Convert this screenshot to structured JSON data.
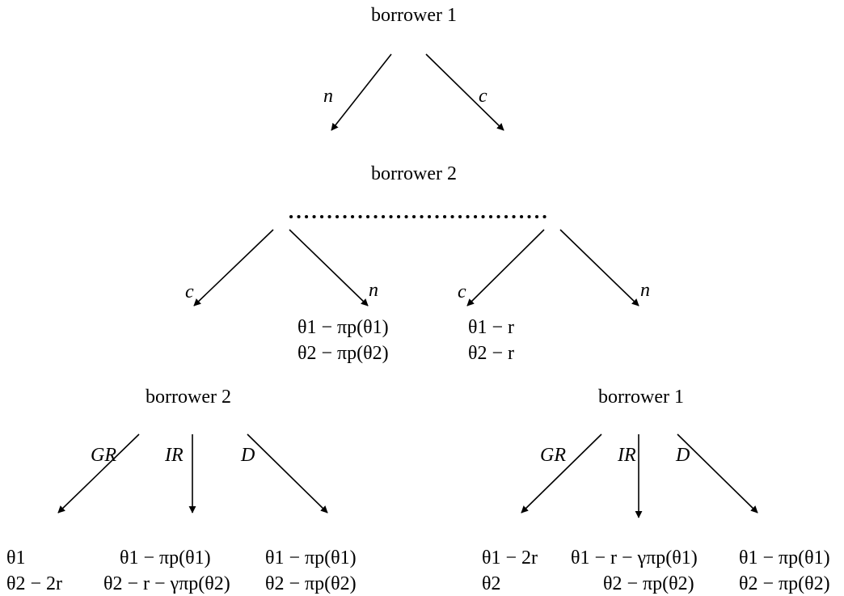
{
  "nodes": {
    "root": "borrower 1",
    "second": "borrower 2",
    "left_sub": "borrower 2",
    "right_sub": "borrower 1"
  },
  "branch_labels": {
    "root_n": "n",
    "root_c": "c",
    "s2_left_c": "c",
    "s2_left_n": "n",
    "s2_right_c": "c",
    "s2_right_n": "n",
    "left_GR": "GR",
    "left_IR": "IR",
    "left_D": "D",
    "right_GR": "GR",
    "right_IR": "IR",
    "right_D": "D"
  },
  "payoffs": {
    "cn": {
      "line1": "θ1 − πp(θ1)",
      "line2": "θ2 − πp(θ2)"
    },
    "nc": {
      "line1": "θ1 − r",
      "line2": "θ2 − r"
    },
    "left_GR": {
      "line1": "θ1",
      "line2": "θ2 − 2r"
    },
    "left_IR": {
      "line1": "θ1 − πp(θ1)",
      "line2": "θ2 − r − γπp(θ2)"
    },
    "left_D": {
      "line1": "θ1 − πp(θ1)",
      "line2": "θ2 − πp(θ2)"
    },
    "right_GR": {
      "line1": "θ1 − 2r",
      "line2": "θ2"
    },
    "right_IR": {
      "line1": "θ1 − r − γπp(θ1)",
      "line2": "θ2 − πp(θ2)"
    },
    "right_D": {
      "line1": "θ1 − πp(θ1)",
      "line2": "θ2 − πp(θ2)"
    }
  }
}
